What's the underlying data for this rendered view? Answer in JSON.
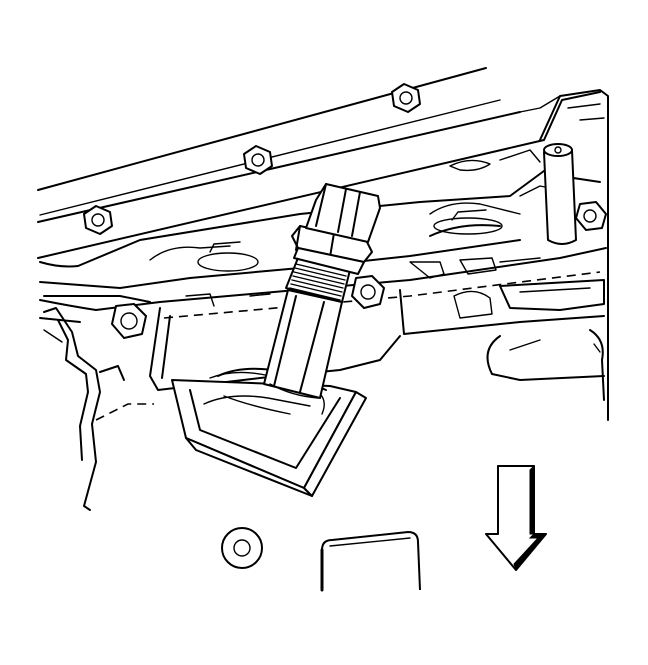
{
  "figure": {
    "kind": "line-art technical illustration",
    "subject_icons": [
      "engine-block-outline",
      "oil-pan-outline",
      "sensor-removal-tool",
      "cylinder-head-bolt",
      "washer",
      "gasket-plate",
      "downward-direction-arrow"
    ],
    "colors": {
      "line": "#000000",
      "background": "#ffffff"
    }
  }
}
